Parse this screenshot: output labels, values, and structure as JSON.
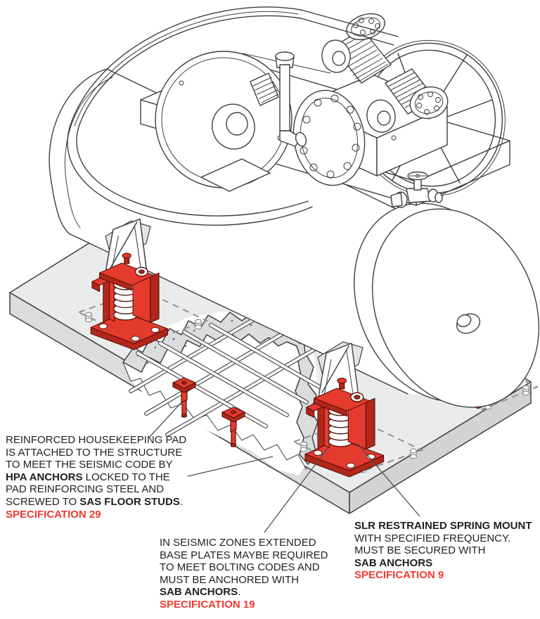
{
  "colors": {
    "red": "#e53a2e",
    "red-dark": "#b3261a",
    "red-deep": "#55120b",
    "spec-red": "#f13a2f",
    "pad-top": "#eaecec",
    "pad-side": "#dbdddd",
    "pad-side-dark": "#d2d4d4",
    "ink": "#3c3f41",
    "leader": "#4c4f52",
    "dash": "#8f9294",
    "rebar": "#4a4d50",
    "leg-web": "#e3e5e5",
    "concrete": "#5f6264"
  },
  "annotations": {
    "pad": {
      "l1": "REINFORCED HOUSEKEEPING PAD",
      "l2": "IS ATTACHED TO THE STRUCTURE",
      "l3": "TO MEET THE SEISMIC CODE BY",
      "l4b": "HPA ANCHORS",
      "l4r": " LOCKED TO THE",
      "l5": "PAD REINFORCING STEEL AND",
      "l6a": "SCREWED TO ",
      "l6b": "SAS FLOOR STUDS",
      "l6c": ".",
      "spec": "SPECIFICATION 29"
    },
    "base_plates": {
      "l1": "IN SEISMIC ZONES EXTENDED",
      "l2": "BASE PLATES MAYBE REQUIRED",
      "l3": "TO MEET BOLTING CODES AND",
      "l4": "MUST BE ANCHORED WITH",
      "l5b": "SAB ANCHORS",
      "l5r": ".",
      "spec": "SPECIFICATION 19"
    },
    "spring_mount": {
      "l1b": "SLR RESTRAINED SPRING MOUNT",
      "l2": "WITH SPECIFIED FREQUENCY.",
      "l3": "MUST BE SECURED WITH",
      "l4b": "SAB ANCHORS",
      "spec": "SPECIFICATION 9"
    }
  }
}
